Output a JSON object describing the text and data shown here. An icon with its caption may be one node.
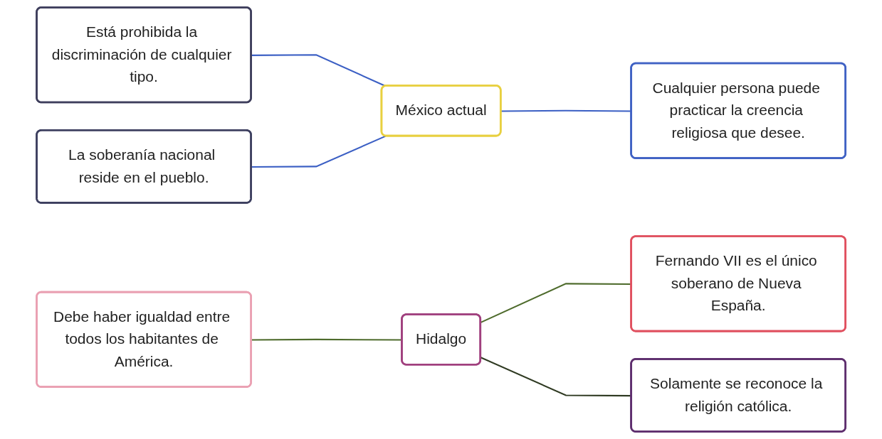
{
  "diagram": {
    "nodes": [
      {
        "text": [
          "Está prohibida la discriminación de cualquier tipo."
        ]
      },
      {
        "text": [
          "Fernando VII es el único soberano de Nueva España."
        ]
      },
      {
        "text": [
          "Hidalgo"
        ]
      },
      {
        "text": [
          "Debe haber igualdad entre todos los habitantes de América."
        ]
      },
      {
        "text": [
          "Solamente se reconoce la religión católica."
        ]
      },
      {
        "text": [
          "México actual"
        ]
      },
      {
        "text": [
          "La soberanía nacional reside en el pueblo."
        ]
      },
      {
        "text": [
          "Cualquier persona puede practicar la creencia religiosa que desee."
        ]
      }
    ],
    "edges": [
      {
        "from": 0,
        "to": 5,
        "arrow": "none",
        "color": "#3b5fc4"
      },
      {
        "from": 3,
        "to": 2,
        "arrow": "none",
        "color": "#4e6b2c"
      },
      {
        "from": 6,
        "to": 5,
        "arrow": "none",
        "color": "#3b5fc4"
      },
      {
        "from": 2,
        "to": 1,
        "arrow": "none",
        "color": "#4e6b2c"
      },
      {
        "from": 2,
        "to": 4,
        "arrow": "none",
        "color": "#2f3a22"
      },
      {
        "from": 5,
        "to": 7,
        "arrow": "none",
        "color": "#3b5fc4"
      }
    ]
  }
}
